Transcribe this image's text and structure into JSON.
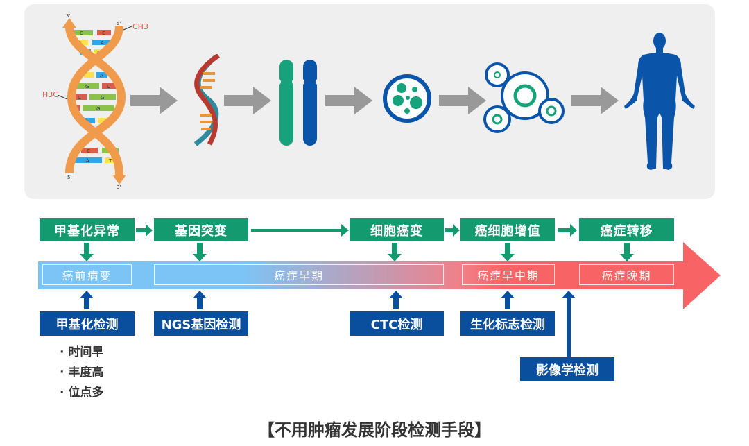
{
  "top_panel": {
    "dna_labels": {
      "top_left_end": "3'",
      "top_right_end": "5'",
      "bottom_left_end": "5'",
      "bottom_right_end": "3'",
      "methyl_top": "CH3",
      "methyl_left": "H3C"
    },
    "base_pairs": [
      [
        "G",
        "C"
      ],
      [
        "T",
        "A"
      ],
      [
        "A",
        "T"
      ],
      [
        "",
        "A"
      ],
      [
        "G",
        "C"
      ],
      [
        "C",
        "G"
      ],
      [
        "C",
        "G"
      ],
      [
        "A",
        ""
      ],
      [
        "C",
        "G"
      ],
      [
        "A",
        "T"
      ]
    ],
    "icons": [
      "dna-methylation-icon",
      "dna-helix-icon",
      "chromosome-icon",
      "cancer-cell-icon",
      "cell-cluster-icon",
      "human-body-icon"
    ]
  },
  "process": {
    "steps": [
      "甲基化异常",
      "基因突变",
      "细胞癌变",
      "癌细胞增值",
      "癌症转移"
    ]
  },
  "timeline": {
    "stages": [
      "癌前病变",
      "癌症早期",
      "癌症早中期",
      "癌症晚期"
    ]
  },
  "detection": {
    "methods": [
      "甲基化检测",
      "NGS基因检测",
      "CTC检测",
      "生化标志检测",
      "影像学检测"
    ],
    "methylation_advantages": [
      "· 时间早",
      "· 丰度高",
      "· 位点多"
    ]
  },
  "caption": "【不用肿瘤发展阶段检测手段】",
  "colors": {
    "process_green": "#149a6f",
    "detection_blue": "#0a4f9e",
    "timeline_start": "#7cc4f5",
    "timeline_end": "#f86466",
    "panel_bg": "#efefef",
    "arrow_gray": "#999999",
    "dna_orange": "#f09a4c"
  }
}
